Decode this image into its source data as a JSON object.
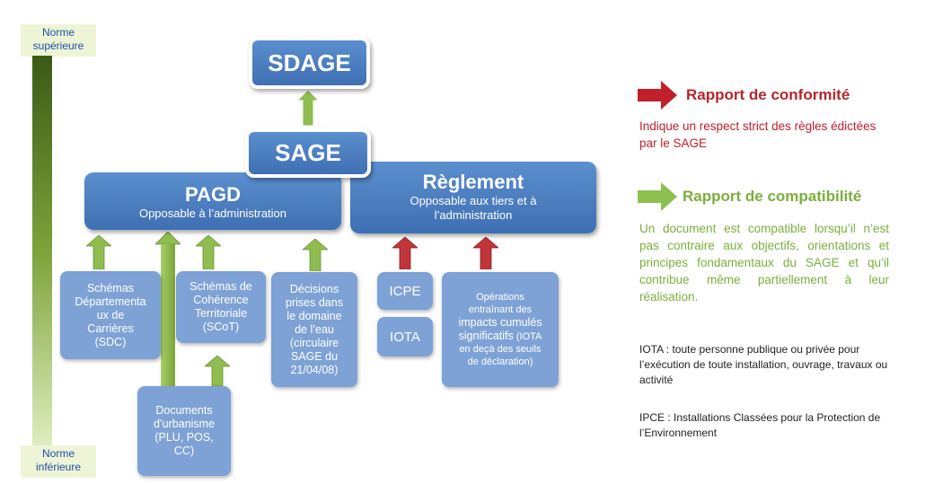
{
  "norm": {
    "top": "Norme supérieure",
    "bottom": "Norme inférieure"
  },
  "boxes": {
    "sdage": "SDAGE",
    "sage": "SAGE",
    "pagd": {
      "title": "PAGD",
      "subtitle": "Opposable à l’administration"
    },
    "reglement": {
      "title": "Règlement",
      "subtitle_line1": "Opposable aux tiers et à",
      "subtitle_line2": "l’administration"
    },
    "sdc": [
      "Schémas",
      "Départementa",
      "ux de",
      "Carrières",
      "(SDC)"
    ],
    "scot": [
      "Schémas de",
      "Cohérence",
      "Territoriale",
      "(SCoT)"
    ],
    "decisions": [
      "Décisions",
      "prises dans",
      "le domaine",
      "de l’eau",
      "(circulaire",
      "SAGE du",
      "21/04/08)"
    ],
    "documents": [
      "Documents",
      "d’urbanisme",
      "(PLU, POS,",
      "CC)"
    ],
    "icpe": "ICPE",
    "iota": "IOTA",
    "operations": {
      "line1": "Opérations",
      "line2": "entraînant des",
      "line3": "impacts cumulés",
      "line4": "significatifs",
      "line4_small": "(IOTA",
      "line5": "en deçà des seuils",
      "line6": "de déclaration)"
    }
  },
  "legend": {
    "conformite_title": "Rapport de conformité",
    "conformite_text": "Indique un respect strict des règles édictées par le SAGE",
    "compatibilite_title": "Rapport de compatibilité",
    "compatibilite_text": "Un document est compatible lorsqu’il n’est pas contraire aux objectifs, orientations et principes fondamentaux du SAGE et qu’il contribue même partiellement à leur réalisation.",
    "iota_note": "IOTA : toute personne publique ou privée pour l’exécution de toute installation, ouvrage, travaux ou activité",
    "ipce_note": "IPCE : Installations Classées pour la Protection de l’Environnement"
  },
  "colors": {
    "conformite": "#b5262b",
    "compatibilite": "#7cae3c",
    "dark_box": "#4a7cc0",
    "light_box": "#7ea2d6"
  }
}
